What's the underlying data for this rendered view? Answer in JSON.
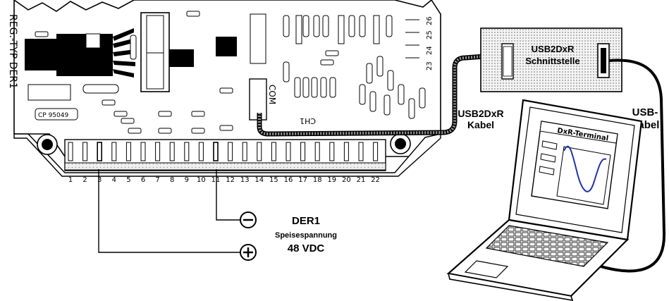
{
  "board": {
    "type_label": "REG.-TYP DER1",
    "com_label": "COM",
    "ch_label": "CH1",
    "plate_label": "CP 95049",
    "top_terminals": [
      "23",
      "24",
      "25",
      "26"
    ],
    "bottom_terminals": [
      "1",
      "2",
      "3",
      "4",
      "5",
      "6",
      "7",
      "8",
      "9",
      "10",
      "11",
      "12",
      "13",
      "14",
      "15",
      "16",
      "17",
      "18",
      "19",
      "20",
      "21",
      "22"
    ]
  },
  "interface": {
    "line1": "USB2DxR",
    "line2": "Schnittstelle"
  },
  "cable_label": {
    "line1": "USB2DxR",
    "line2": "Kabel"
  },
  "usb_label": {
    "line1": "USB-",
    "line2": "Kabel"
  },
  "laptop": {
    "window_title": "DxR-Terminal"
  },
  "power": {
    "title": "DER1",
    "subtitle": "Speisespannung",
    "voltage": "48 VDC",
    "minus_symbol": "−",
    "plus_symbol": "+"
  }
}
